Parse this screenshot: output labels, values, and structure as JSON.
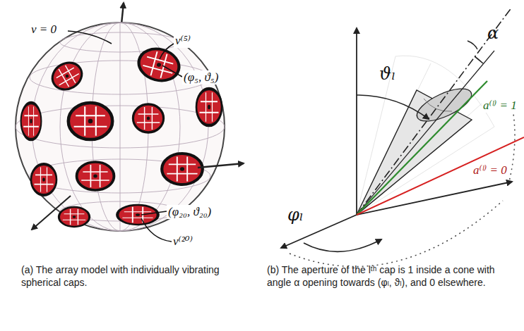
{
  "diagram": {
    "labels": [
      "v = 0",
      "v⁽⁵⁾",
      "(φ₅, ϑ₅)",
      "(φ₂₀, ϑ₂₀)",
      "v⁽²⁰⁾",
      "(a) The array model with individually vibrating spherical caps.",
      "ϑₗ",
      "α",
      "a⁽ˡ⁾ = 1",
      "a⁽ˡ⁾ = 0",
      "φₗ",
      "(b) The aperture of the lᵗʰ cap is 1 inside a cone with angle α opening towards (φₗ, ϑₗ), and 0 elsewhere."
    ]
  }
}
